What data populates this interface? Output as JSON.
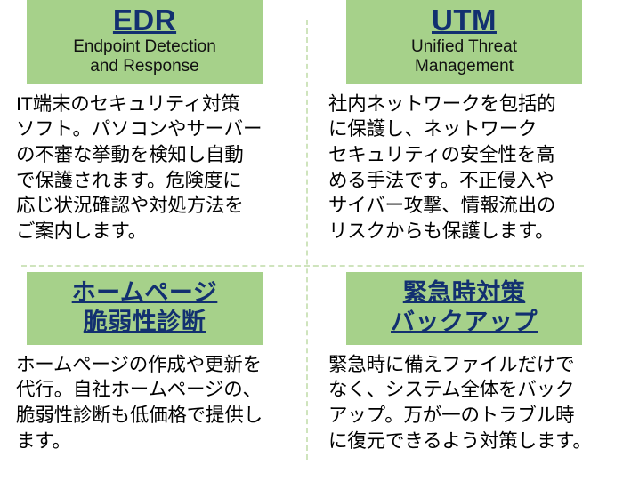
{
  "theme": {
    "banner_green": "#a6d18a",
    "heading_navy": "#123070",
    "body_black": "#000000",
    "divider_green": "#cfe4bd",
    "background": "#ffffff"
  },
  "panels": [
    {
      "id": "edr",
      "acronym": "EDR",
      "expansion": "Endpoint Detection\nand Response",
      "body": "IT端末のセキュリティ対策\nソフト。パソコンやサーバー\nの不審な挙動を検知し自動\nで保護されます。危険度に\n応じ状況確認や対処方法を\nご案内します。"
    },
    {
      "id": "utm",
      "acronym": "UTM",
      "expansion": "Unified Threat\nManagement",
      "body": "社内ネットワークを包括的\nに保護し、ネットワーク\nセキュリティの安全性を高\nめる手法です。不正侵入や\nサイバー攻撃、情報流出の\nリスクからも保護します。"
    },
    {
      "id": "website-vulnerability-diagnosis",
      "title": "ホームページ\n脆弱性診断",
      "body": "ホームページの作成や更新を\n代行。自社ホームページの、\n脆弱性診断も低価格で提供し\nます。"
    },
    {
      "id": "emergency-backup",
      "title": "緊急時対策\nバックアップ",
      "body": "緊急時に備えファイルだけで\nなく、システム全体をバック\nアップ。万が一のトラブル時\nに復元できるよう対策します。"
    }
  ]
}
